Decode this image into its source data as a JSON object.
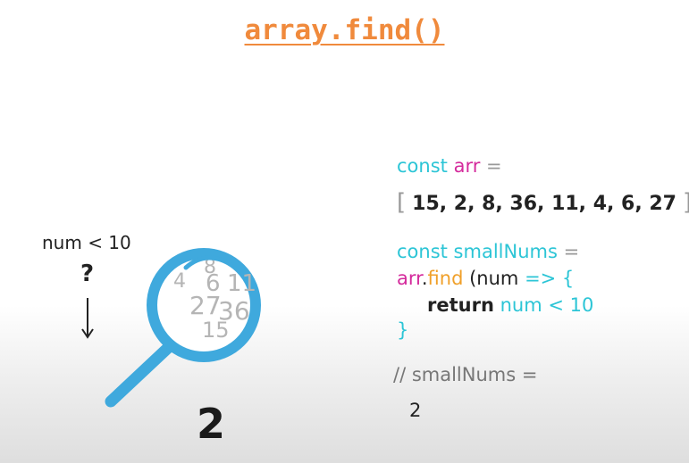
{
  "title": "array.find()",
  "colors": {
    "title": "#f08a3c",
    "keyword": "#2cc5d6",
    "variable": "#d42a9c",
    "method": "#f0a02a",
    "magnifier": "#3fa9dd",
    "scattered_numbers": "#b5b5b5"
  },
  "left_panel": {
    "condition": "num < 10",
    "question_mark": "?",
    "result": "2",
    "magnifier_numbers": [
      "4",
      "6",
      "8",
      "11",
      "27",
      "36",
      "15"
    ]
  },
  "code": {
    "line1": {
      "kw": "const",
      "var": "arr",
      "op": "="
    },
    "line2": {
      "open": "[",
      "values": "15, 2, 8, 36, 11, 4, 6, 27",
      "close": "]"
    },
    "line3": {
      "kw": "const smallNums",
      "op": "="
    },
    "line4": {
      "var": "arr",
      "dot": ".",
      "method": "find",
      "paren": "(num",
      "arrow": "=> {"
    },
    "line5": {
      "kw": "return",
      "expr": "num < 10"
    },
    "line6": {
      "close": "}"
    },
    "comment": "// smallNums =",
    "output": "2"
  }
}
